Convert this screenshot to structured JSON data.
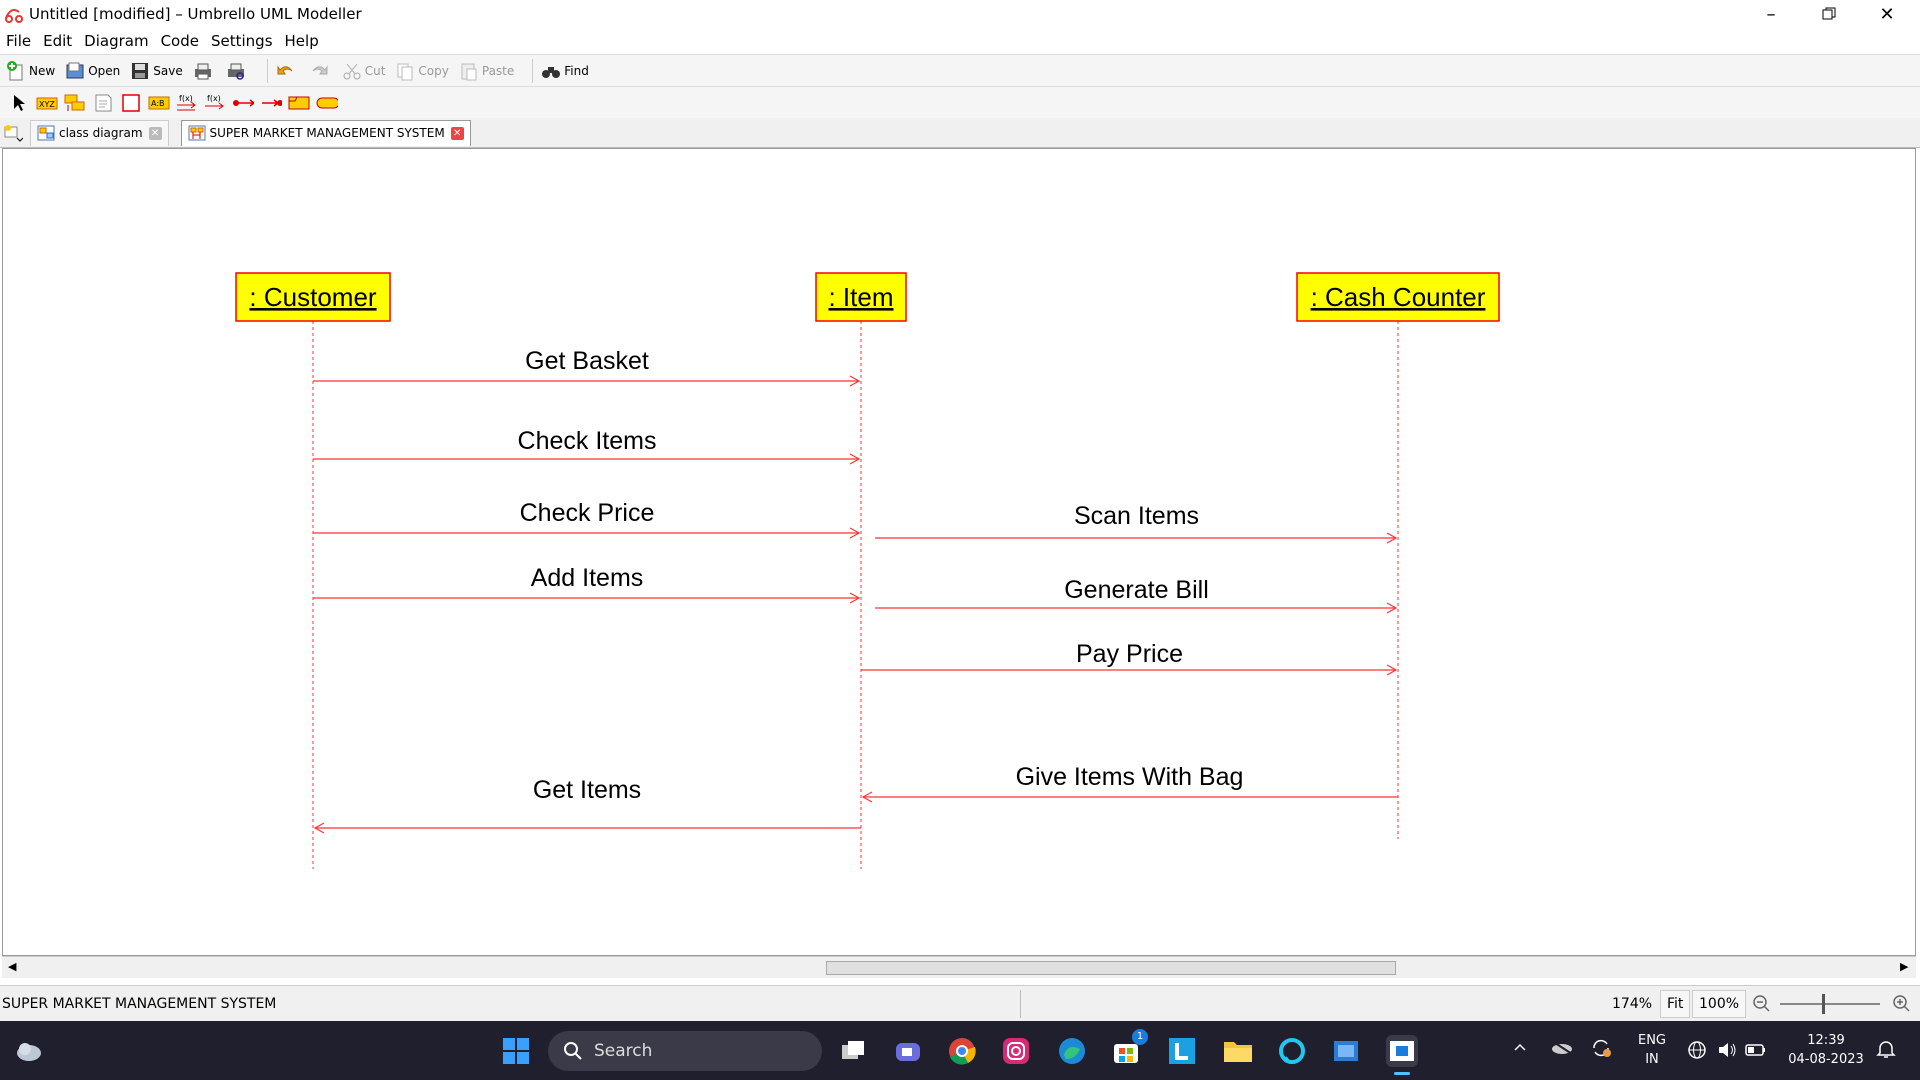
{
  "window": {
    "title": "Untitled [modified] – Umbrello UML Modeller"
  },
  "menu": [
    "File",
    "Edit",
    "Diagram",
    "Code",
    "Settings",
    "Help"
  ],
  "toolbar": {
    "new": "New",
    "open": "Open",
    "save": "Save",
    "cut": "Cut",
    "copy": "Copy",
    "paste": "Paste",
    "find": "Find"
  },
  "tabs": [
    {
      "label": "class diagram"
    },
    {
      "label": "SUPER MARKET MANAGEMENT SYSTEM"
    }
  ],
  "diagram": {
    "objects": [
      {
        "label": ": Customer"
      },
      {
        "label": ": Item"
      },
      {
        "label": ": Cash Counter"
      }
    ],
    "messages": [
      {
        "from": ": Customer",
        "to": ": Item",
        "label": "Get Basket"
      },
      {
        "from": ": Customer",
        "to": ": Item",
        "label": "Check Items"
      },
      {
        "from": ": Customer",
        "to": ": Item",
        "label": "Check Price"
      },
      {
        "from": ": Item",
        "to": ": Cash Counter",
        "label": "Scan Items"
      },
      {
        "from": ": Customer",
        "to": ": Item",
        "label": "Add Items"
      },
      {
        "from": ": Item",
        "to": ": Cash Counter",
        "label": "Generate Bill"
      },
      {
        "from": ": Item",
        "to": ": Cash Counter",
        "label": "Pay Price"
      },
      {
        "from": ": Cash Counter",
        "to": ": Item",
        "label": "Give Items With Bag"
      },
      {
        "from": ": Item",
        "to": ": Customer",
        "label": "Get Items"
      }
    ],
    "colors": {
      "object_fill": "#ffff00",
      "object_border": "#ff0000",
      "line": "#ff3333"
    }
  },
  "status": {
    "text": "SUPER MARKET MANAGEMENT SYSTEM",
    "zoom": "174%",
    "fit": "Fit",
    "actual": "100%"
  },
  "taskbar": {
    "search": "Search",
    "lang_top": "ENG",
    "lang_bottom": "IN",
    "time": "12:39",
    "date": "04-08-2023",
    "badge": "1"
  }
}
